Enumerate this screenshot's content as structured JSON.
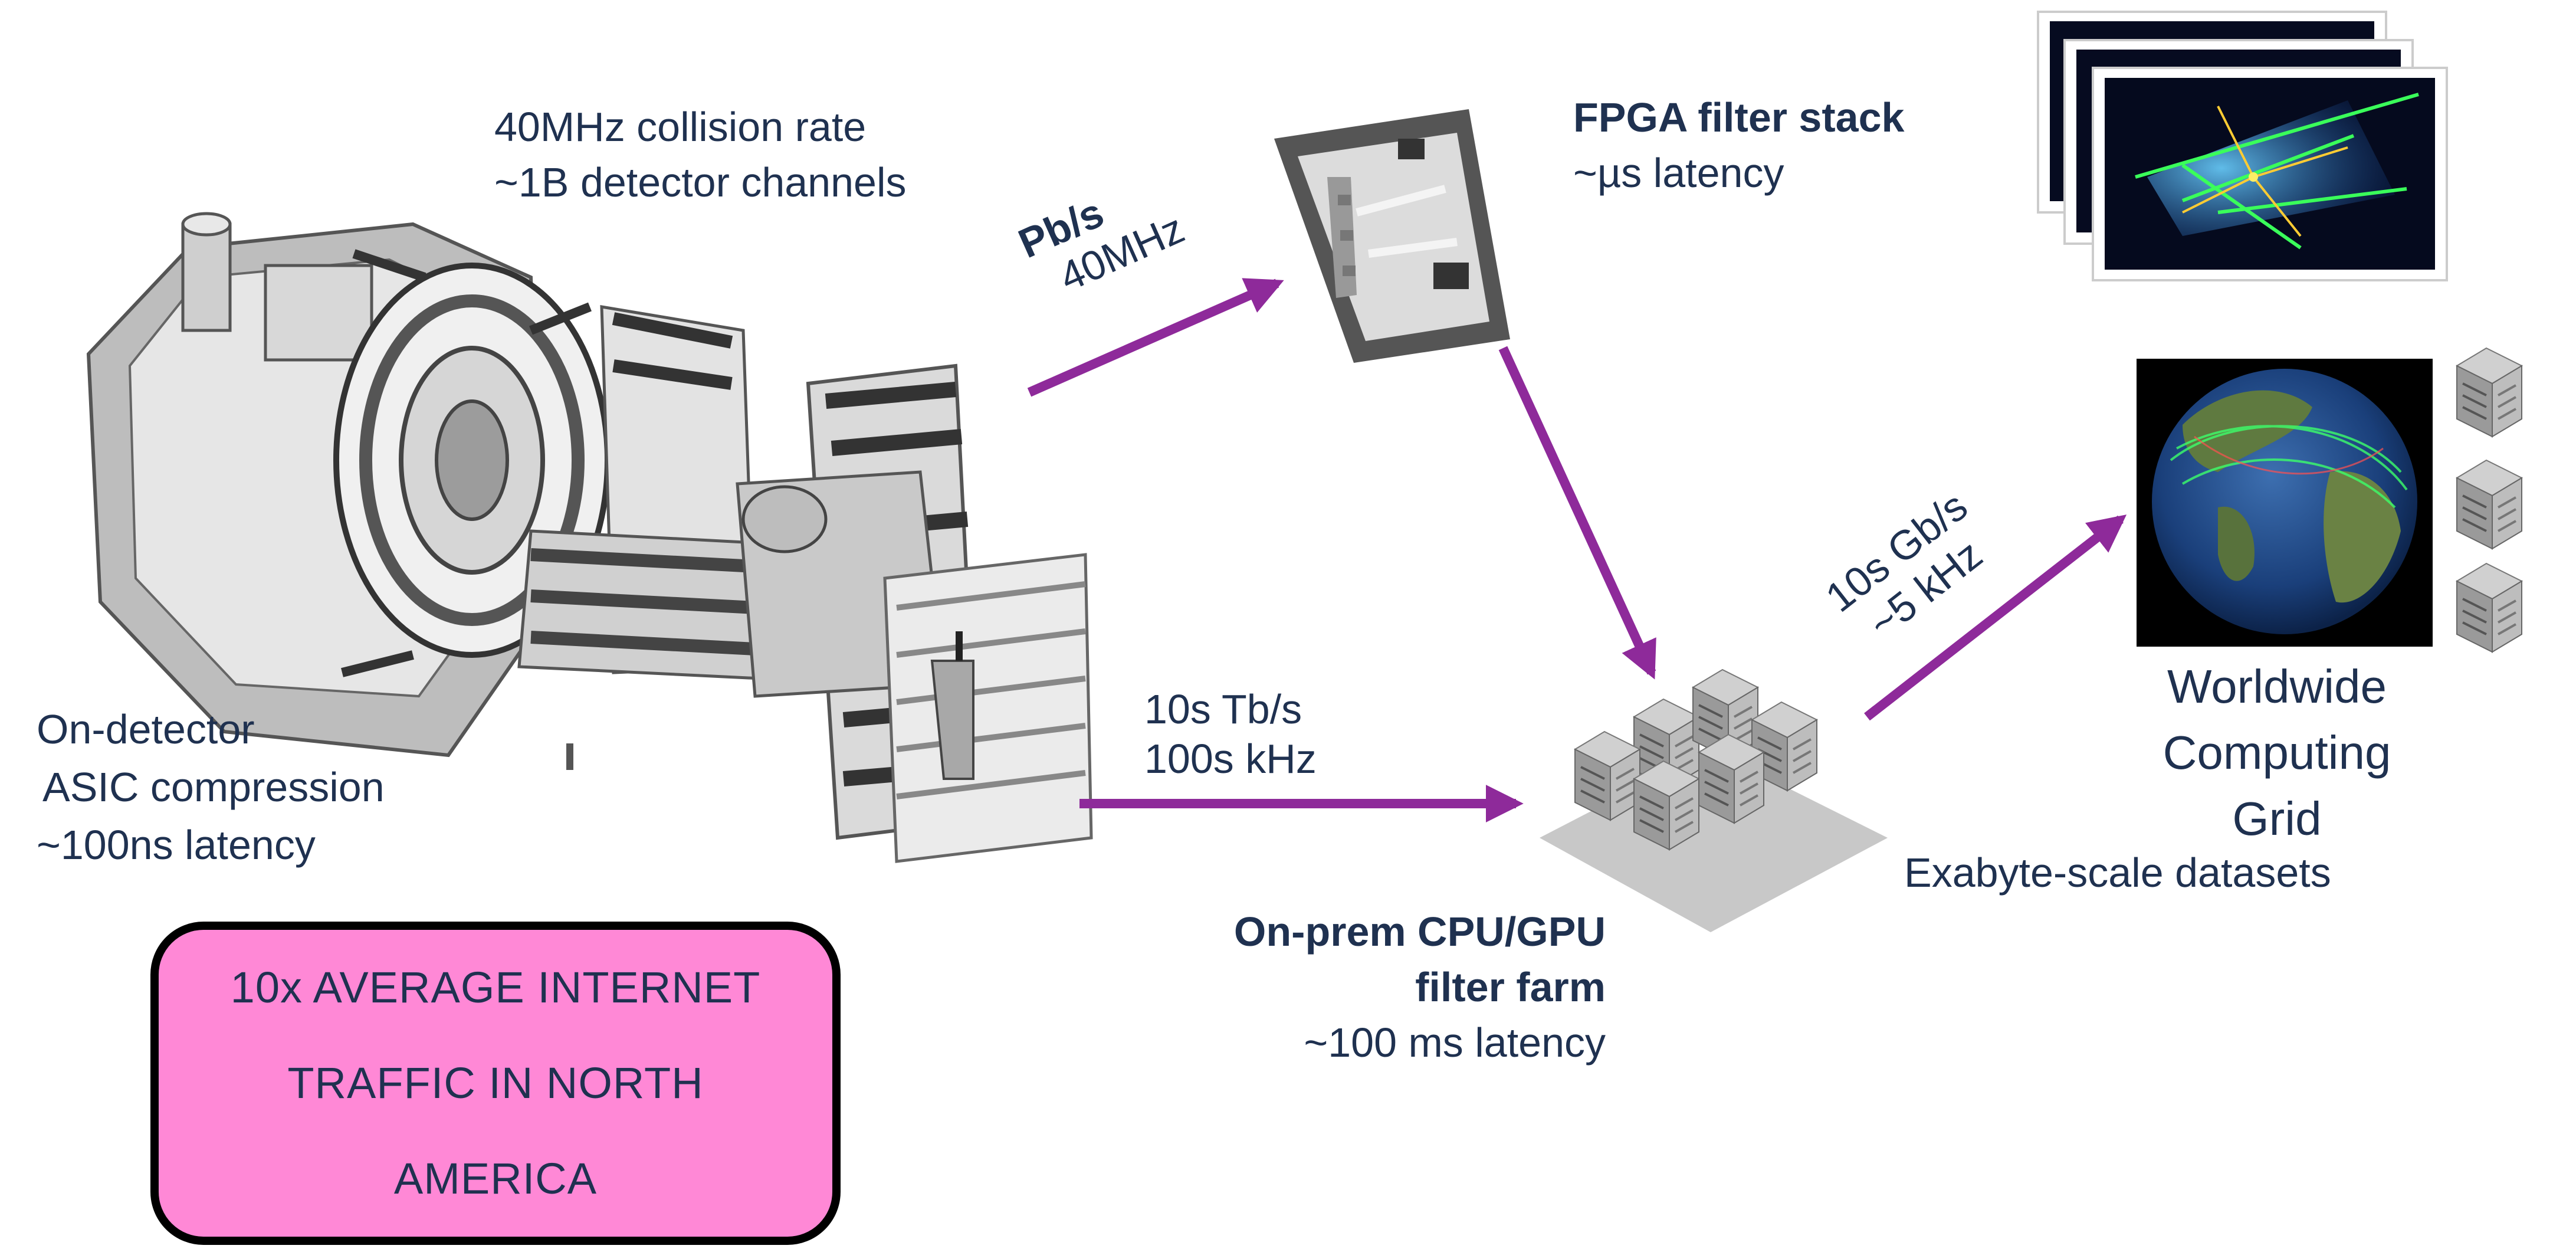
{
  "colors": {
    "arrow": "#8e2a9a",
    "text": "#1f3150",
    "callout_fill": "#ff88d6",
    "callout_border": "#000000",
    "event_display_bg": "#050a1e",
    "globe_ocean": "#1a3f7a",
    "globe_land": "#5f7a40",
    "server_gray": "#8a8a8a"
  },
  "icons": {
    "detector": "cms-detector-exploded-icon",
    "fpga": "fpga-chip-icon",
    "farm": "server-rack-cluster-icon",
    "event_displays": "collision-event-display-icon",
    "globe": "globe-network-icon",
    "grid_servers": "server-cluster-icon"
  },
  "detector": {
    "rate_line1": "40MHz collision rate",
    "rate_line2": "~1B detector channels",
    "asic_line1": "On-detector",
    "asic_line2": "ASIC compression",
    "asic_line3": "~100ns latency"
  },
  "fpga": {
    "title": "FPGA filter stack",
    "latency": "~µs latency",
    "arrow_line1": "Pb/s",
    "arrow_line2": "40MHz"
  },
  "farm": {
    "title_line1": "On-prem CPU/GPU",
    "title_line2": "filter farm",
    "latency": "~100 ms latency",
    "arrow_line1": "10s Tb/s",
    "arrow_line2": "100s kHz"
  },
  "grid": {
    "title_line1": "Worldwide",
    "title_line2": "Computing",
    "title_line3": "Grid",
    "datasets": "Exabyte-scale datasets",
    "arrow_line1": "10s Gb/s",
    "arrow_line2": "~5 kHz"
  },
  "callout": {
    "line1": "10x AVERAGE  INTERNET",
    "line2": "TRAFFIC  IN  NORTH",
    "line3": "AMERICA"
  }
}
